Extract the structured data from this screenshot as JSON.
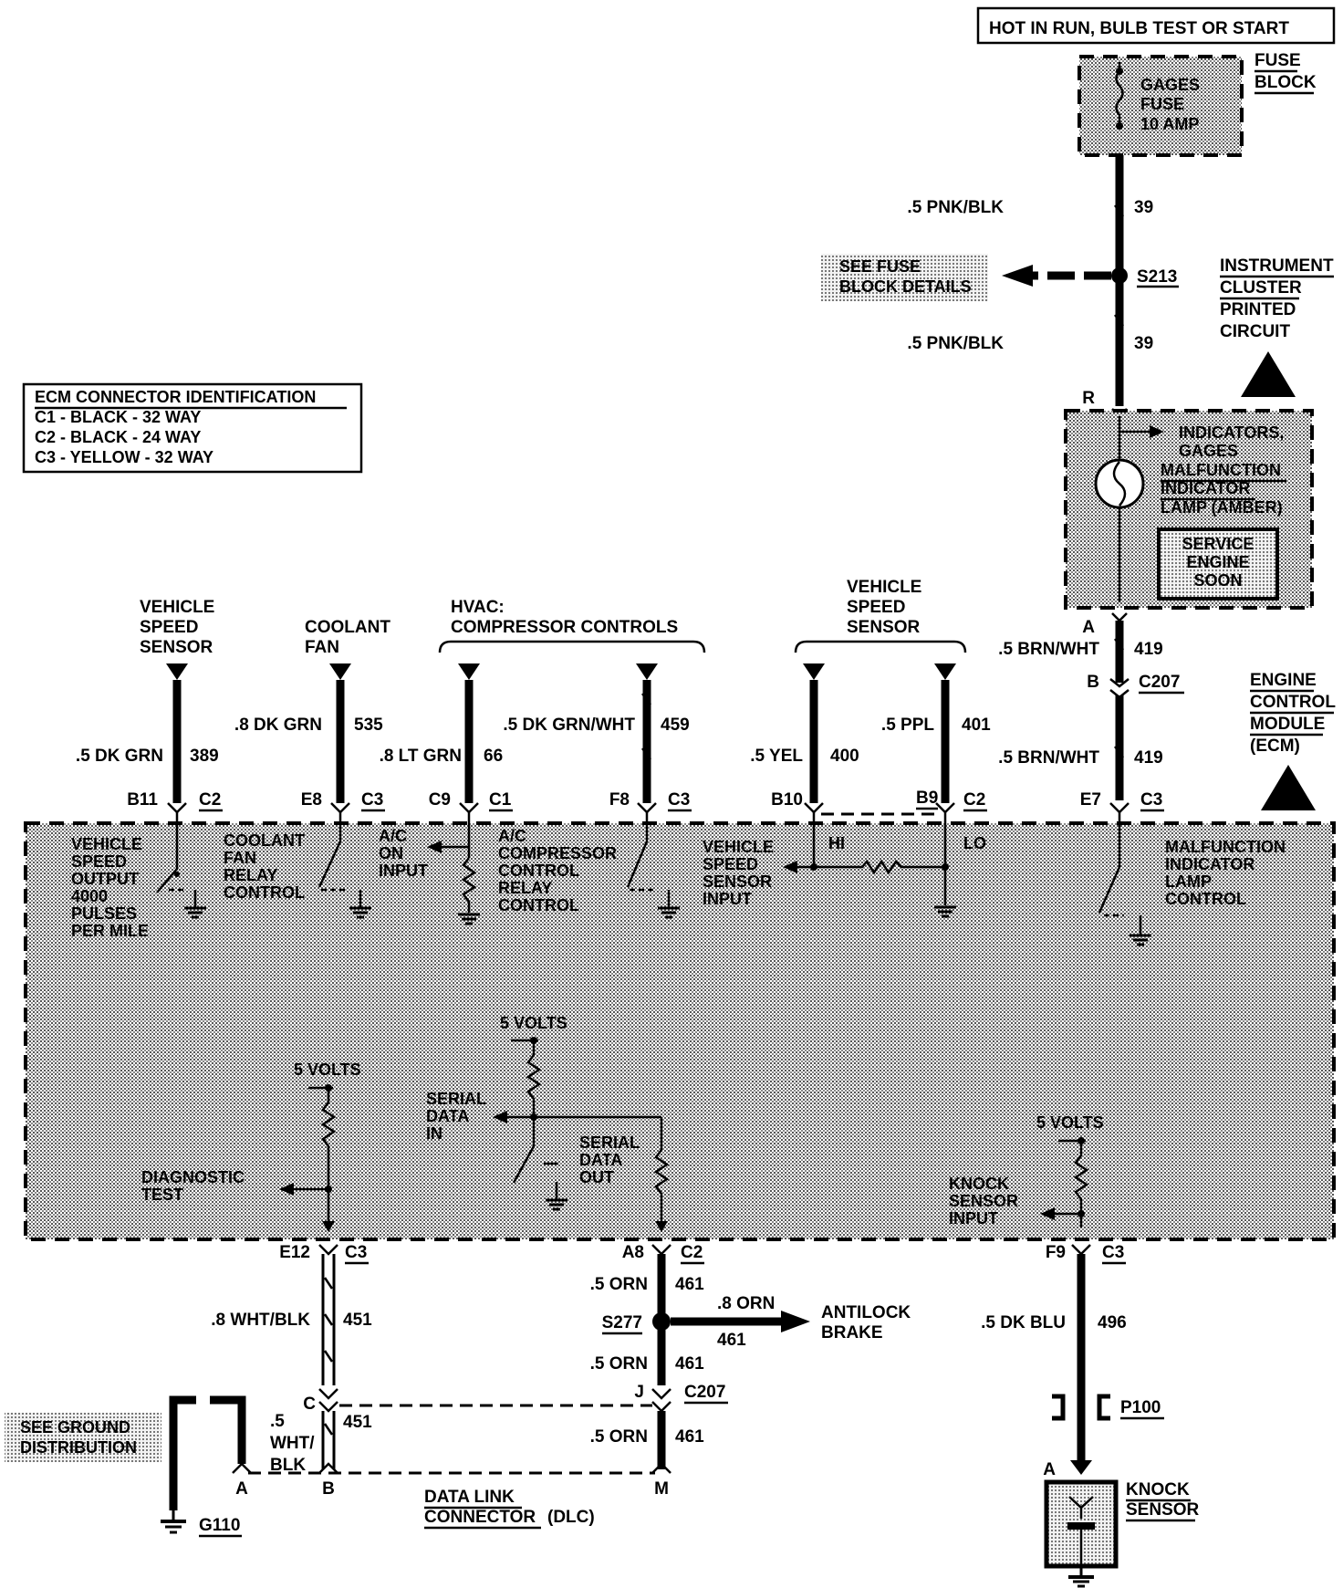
{
  "power_box": "HOT IN RUN, BULB TEST OR START",
  "fuse_block": {
    "title": [
      "FUSE",
      "BLOCK"
    ],
    "fuse": [
      "GAGES",
      "FUSE",
      "10 AMP"
    ]
  },
  "splice_s213": {
    "id": "S213",
    "see": [
      "SEE FUSE",
      "BLOCK DETAILS"
    ],
    "wire_top": ".5 PNK/BLK",
    "wire_bottom": ".5 PNK/BLK",
    "circuit": "39"
  },
  "cluster": {
    "title": [
      "INSTRUMENT",
      "CLUSTER",
      "PRINTED",
      "CIRCUIT"
    ],
    "lamp": [
      "INDICATORS,",
      "GAGES",
      "MALFUNCTION",
      "INDICATOR",
      "LAMP (AMBER)"
    ],
    "service": [
      "SERVICE",
      "ENGINE",
      "SOON"
    ],
    "pin_top": "R",
    "pin_bottom": "A"
  },
  "connector_id": {
    "title": "ECM CONNECTOR IDENTIFICATION",
    "rows": [
      "C1 - BLACK - 32 WAY",
      "C2 - BLACK - 24 WAY",
      "C3 - YELLOW - 32 WAY"
    ]
  },
  "mil_circuit": {
    "wire_1": ".5 BRN/WHT",
    "wire_2": ".5 BRN/WHT",
    "circuit": "419",
    "conn": "C207",
    "pin_b": "B"
  },
  "ecm": {
    "title": [
      "ENGINE",
      "CONTROL",
      "MODULE",
      "(ECM)"
    ]
  },
  "top_groups": {
    "vss_left": [
      "VEHICLE",
      "SPEED",
      "SENSOR"
    ],
    "coolant": [
      "COOLANT",
      "FAN"
    ],
    "hvac": [
      "HVAC:",
      "COMPRESSOR CONTROLS"
    ],
    "vss_right": [
      "VEHICLE",
      "SPEED",
      "SENSOR"
    ]
  },
  "wires": [
    {
      "color": ".5 DK GRN",
      "circuit": "389",
      "pin": "B11",
      "conn": "C2"
    },
    {
      "color": ".8 DK GRN",
      "circuit": "535",
      "pin": "E8",
      "conn": "C3"
    },
    {
      "color": ".8 LT GRN",
      "circuit": "66",
      "pin": "C9",
      "conn": "C1"
    },
    {
      "color": ".5 DK GRN/WHT",
      "circuit": "459",
      "pin": "F8",
      "conn": "C3"
    },
    {
      "color": ".5 YEL",
      "circuit": "400",
      "pin": "B10",
      "conn": ""
    },
    {
      "color": ".5  PPL",
      "circuit": "401",
      "pin": "B9",
      "conn": "C2"
    },
    {
      "color": "",
      "circuit": "",
      "pin": "E7",
      "conn": "C3"
    }
  ],
  "ecm_internals": {
    "vss_output": [
      "VEHICLE",
      "SPEED",
      "OUTPUT",
      "4000",
      "PULSES",
      "PER MILE"
    ],
    "fan_relay": [
      "COOLANT",
      "FAN",
      "RELAY",
      "CONTROL"
    ],
    "ac_on": [
      "A/C",
      "ON",
      "INPUT"
    ],
    "ac_relay": [
      "A/C",
      "COMPRESSOR",
      "CONTROL",
      "RELAY",
      "CONTROL"
    ],
    "vss_input": [
      "VEHICLE",
      "SPEED",
      "SENSOR",
      "INPUT"
    ],
    "hi": "HI",
    "lo": "LO",
    "mil_control": [
      "MALFUNCTION",
      "INDICATOR",
      "LAMP",
      "CONTROL"
    ],
    "five_volts": "5 VOLTS",
    "diag": [
      "DIAGNOSTIC",
      "TEST"
    ],
    "serial_in": [
      "SERIAL",
      "DATA",
      "IN"
    ],
    "serial_out": [
      "SERIAL",
      "DATA",
      "OUT"
    ],
    "knock_input": [
      "KNOCK",
      "SENSOR",
      "INPUT"
    ]
  },
  "bottom": {
    "e12": {
      "pin": "E12",
      "conn": "C3",
      "wire": ".8 WHT/BLK",
      "circuit": "451"
    },
    "a8": {
      "pin": "A8",
      "conn": "C2",
      "wire_1": ".5 ORN",
      "circuit": "461",
      "wire_2": ".5 ORN",
      "wire_3": ".5 ORN"
    },
    "s277": {
      "id": "S277",
      "wire": ".8 ORN",
      "circuit": "461",
      "dest": [
        "ANTILOCK",
        "BRAKE"
      ]
    },
    "c207": {
      "conn": "C207",
      "pin_c": "C",
      "pin_j": "J"
    },
    "dlc": {
      "wire_lines": [
        ".5",
        "WHT/",
        "BLK"
      ],
      "circuit": "451",
      "pin_a": "A",
      "pin_b": "B",
      "pin_m": "M",
      "title": [
        "DATA LINK",
        "CONNECTOR"
      ],
      "abbr": "(DLC)"
    },
    "ground": {
      "see": [
        "SEE GROUND",
        "DISTRIBUTION"
      ],
      "id": "G110"
    },
    "knock": {
      "pin": "F9",
      "conn": "C3",
      "wire": ".5 DK BLU",
      "circuit": "496",
      "p100": "P100",
      "pin_a": "A",
      "sensor": [
        "KNOCK",
        "SENSOR"
      ]
    }
  }
}
